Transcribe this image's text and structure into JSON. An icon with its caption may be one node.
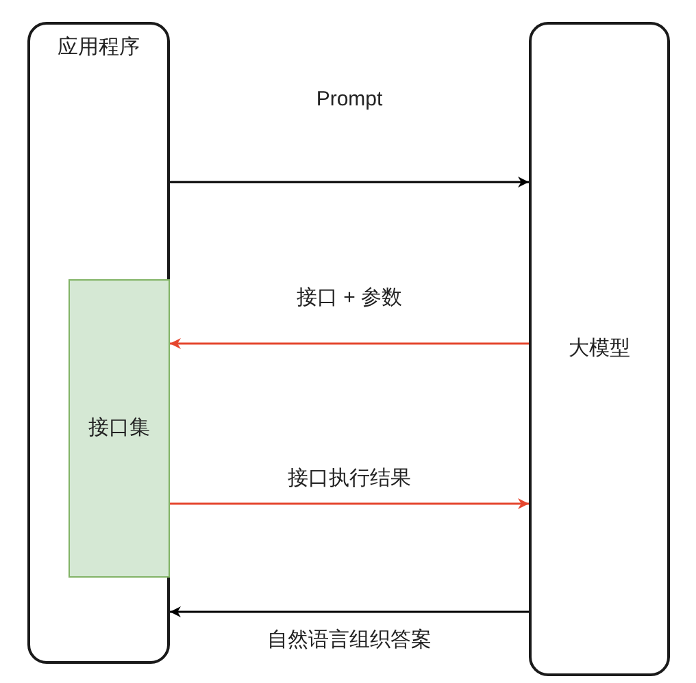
{
  "diagram": {
    "nodes": [
      {
        "text": [
          "应用程序"
        ]
      },
      {
        "text": [
          "接口集"
        ],
        "in": 0
      },
      {
        "text": [
          "大模型"
        ]
      }
    ],
    "edges": [
      {
        "from": 0,
        "to": 2,
        "arrow": "to",
        "label": "Prompt"
      },
      {
        "from": 2,
        "to": 1,
        "arrow": "to",
        "label": "接口 + 参数",
        "color": "#e5462e"
      },
      {
        "from": 1,
        "to": 2,
        "arrow": "to",
        "label": "接口执行结果",
        "color": "#e5462e"
      },
      {
        "from": 2,
        "to": 0,
        "arrow": "to",
        "label": "自然语言组织答案"
      }
    ]
  }
}
